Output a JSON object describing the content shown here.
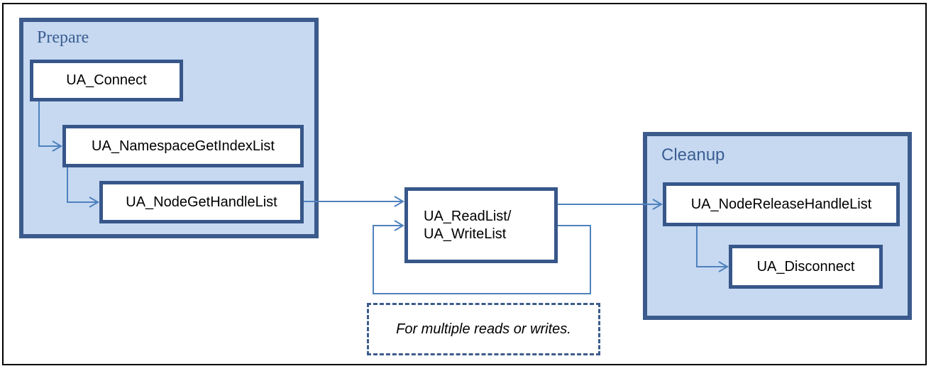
{
  "groups": {
    "prepare": {
      "title": "Prepare"
    },
    "cleanup": {
      "title": "Cleanup"
    }
  },
  "nodes": {
    "connect": "UA_Connect",
    "namespace_get_index_list": "UA_NamespaceGetIndexList",
    "node_get_handle_list": "UA_NodeGetHandleList",
    "read_list": "UA_ReadList/",
    "write_list": "UA_WriteList",
    "node_release_handle_list": "UA_NodeReleaseHandleList",
    "disconnect": "UA_Disconnect"
  },
  "note": "For multiple reads or writes.",
  "colors": {
    "group_fill": "#c6d9f1",
    "group_border": "#3c5b8c",
    "title_text": "#3b5e91",
    "node_border": "#37578a",
    "connector": "#4f81bd"
  }
}
